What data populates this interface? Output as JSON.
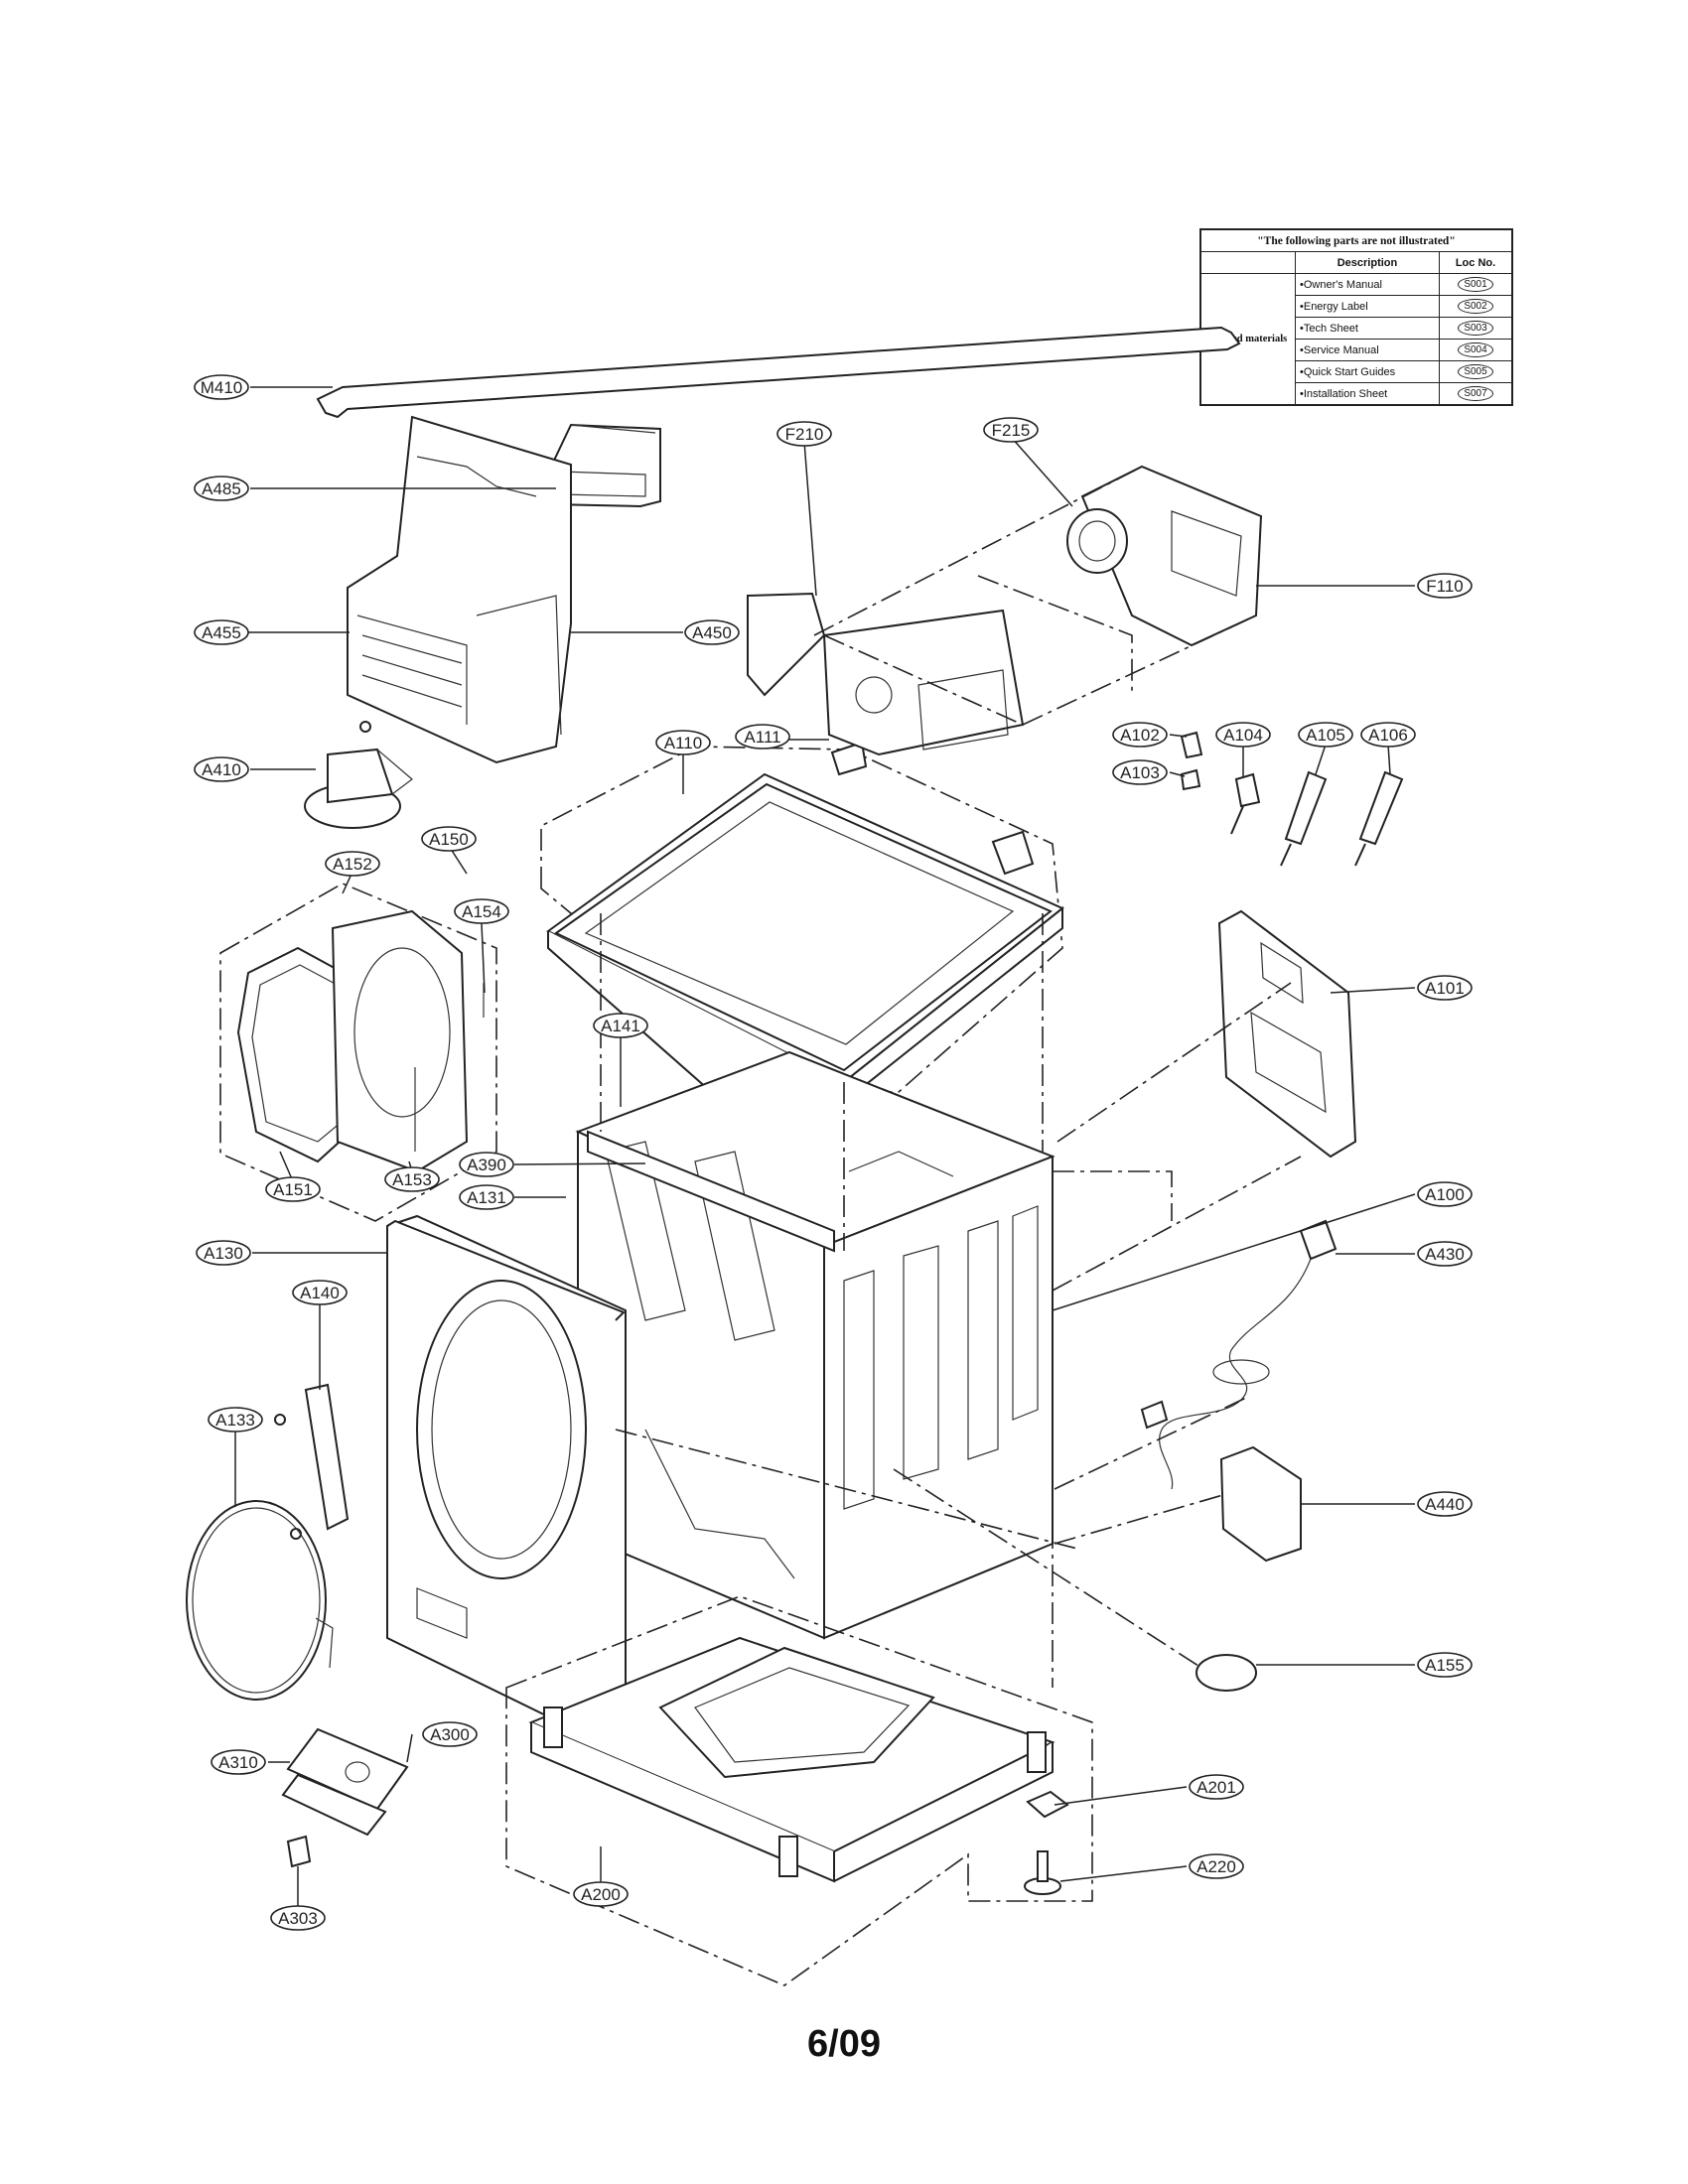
{
  "callouts": [
    "M410",
    "A485",
    "A455",
    "A450",
    "A410",
    "A152",
    "A150",
    "A154",
    "A151",
    "A153",
    "A110",
    "A111",
    "F215",
    "F210",
    "F110",
    "A102",
    "A103",
    "A104",
    "A105",
    "A106",
    "A101",
    "A141",
    "A390",
    "A131",
    "A130",
    "A100",
    "A140",
    "A133",
    "A430",
    "A440",
    "A155",
    "A310",
    "A300",
    "A303",
    "A200",
    "A201",
    "A220"
  ],
  "table": {
    "caption": "\"The following parts are not illustrated\"",
    "headers": {
      "description": "Description",
      "loc": "Loc No."
    },
    "group": "Printed materials",
    "rows": [
      {
        "description": "•Owner's Manual",
        "loc": "S001"
      },
      {
        "description": "•Energy Label",
        "loc": "S002"
      },
      {
        "description": "•Tech Sheet",
        "loc": "S003"
      },
      {
        "description": "•Service Manual",
        "loc": "S004"
      },
      {
        "description": "•Quick Start Guides",
        "loc": "S005"
      },
      {
        "description": "•Installation Sheet",
        "loc": "S007"
      }
    ]
  },
  "page_number": "6/09"
}
